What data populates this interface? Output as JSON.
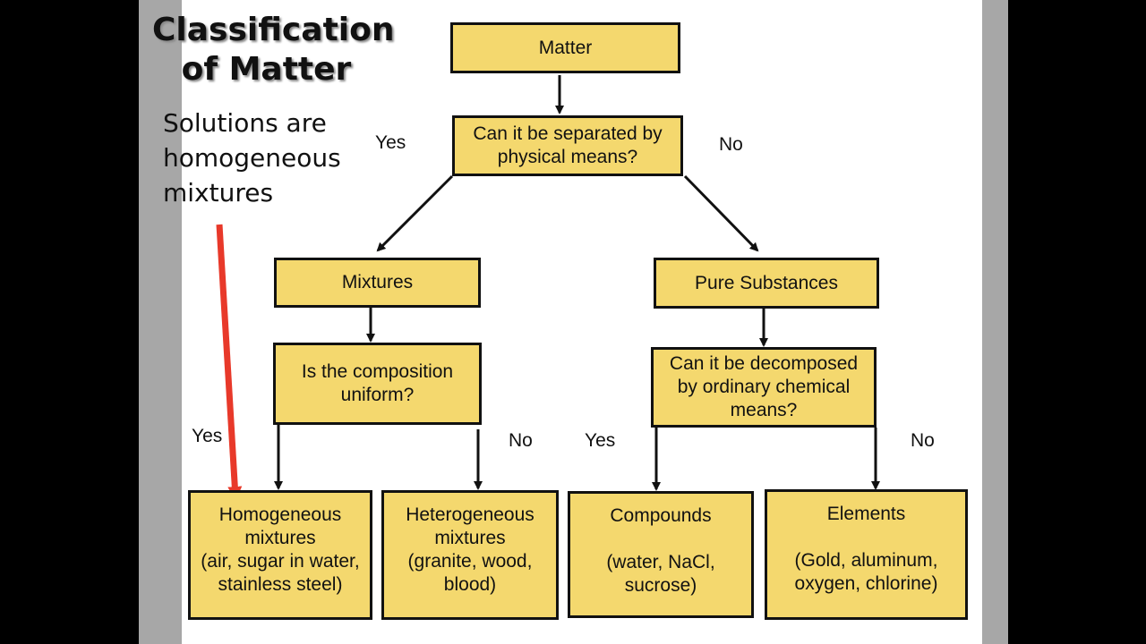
{
  "slide": {
    "title": "Classification of Matter",
    "note": "Solutions are homogeneous mixtures"
  },
  "diagram": {
    "matter": "Matter",
    "separated_question": "Can it be separated by physical means?",
    "mixtures": "Mixtures",
    "pure_substances": "Pure Substances",
    "uniform_question": "Is the composition uniform?",
    "decomposed_question": "Can it be decomposed by ordinary chemical means?",
    "homogeneous": {
      "name": "Homogeneous mixtures",
      "examples": "(air, sugar in water, stainless steel)"
    },
    "heterogeneous": {
      "name": "Heterogeneous mixtures",
      "examples": "(granite, wood, blood)"
    },
    "compounds": {
      "name": "Compounds",
      "examples": "(water, NaCl, sucrose)"
    },
    "elements": {
      "name": "Elements",
      "examples": "(Gold, aluminum, oxygen, chlorine)"
    },
    "labels": {
      "yes": "Yes",
      "no": "No"
    }
  },
  "colors": {
    "box_fill": "#f4d86e",
    "highlight_arrow": "#e8392a"
  }
}
